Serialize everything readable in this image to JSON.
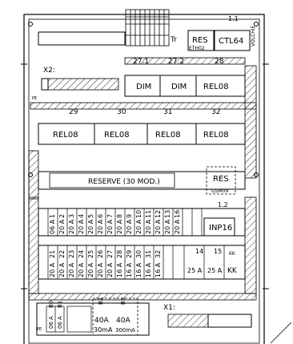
{
  "diagram": {
    "top_labels": {
      "ref_1_1": "1.1",
      "res": "RES",
      "ctl": "CTL64",
      "eth": "ETH02",
      "side": "VOLCHIE",
      "tr": "Tr",
      "x2": "X2:",
      "pe_top": "PE"
    },
    "row1": {
      "numbers": [
        "27.1",
        "27.2",
        "28"
      ],
      "modules": [
        "DIM",
        "DIM",
        "REL08"
      ]
    },
    "row2": {
      "numbers": [
        "29",
        "30",
        "31",
        "32"
      ],
      "modules": [
        "REL08",
        "REL08",
        "REL08",
        "REL08"
      ]
    },
    "row3": {
      "reserve": "RESERVE (30 MOD.)",
      "res": "RES",
      "gsm": "GSM09"
    },
    "breakers1": {
      "ids": [
        "1",
        "2",
        "3",
        "4",
        "5",
        "6",
        "7",
        "8",
        "9",
        "10",
        "11",
        "12",
        "13",
        "16"
      ],
      "ratings": [
        "06 A",
        "20 A",
        "20 A",
        "20 A",
        "20 A",
        "20 A",
        "20 A",
        "20 A",
        "20 A",
        "20 A",
        "20 A",
        "20 A",
        "20 A",
        "20 A"
      ],
      "ref": "1.2",
      "inp": "INP16"
    },
    "breakers2": {
      "ids": [
        "21",
        "22",
        "23",
        "24",
        "25",
        "26",
        "27",
        "28",
        "29",
        "30",
        "31",
        "32",
        "14",
        "15"
      ],
      "ratings": [
        "20 A",
        "20 A",
        "20 A",
        "20 A",
        "20 A",
        "20 A",
        "20 A",
        "16 A",
        "16 A",
        "16 A",
        "16 A",
        "16 A",
        "25 A",
        "25 A"
      ],
      "kk": "KK",
      "kk_small": "KK"
    },
    "bottom": {
      "pe": "PE",
      "b_left_ids": [
        "B0",
        "B1"
      ],
      "b_left_ratings": [
        "06 A",
        "06 A"
      ],
      "rcd_ids": [
        "B2",
        "B3"
      ],
      "rcd_ratings": [
        "40A",
        "40A"
      ],
      "rcd_sens": [
        "30mA",
        "300mA"
      ],
      "x1": "X1:"
    }
  }
}
